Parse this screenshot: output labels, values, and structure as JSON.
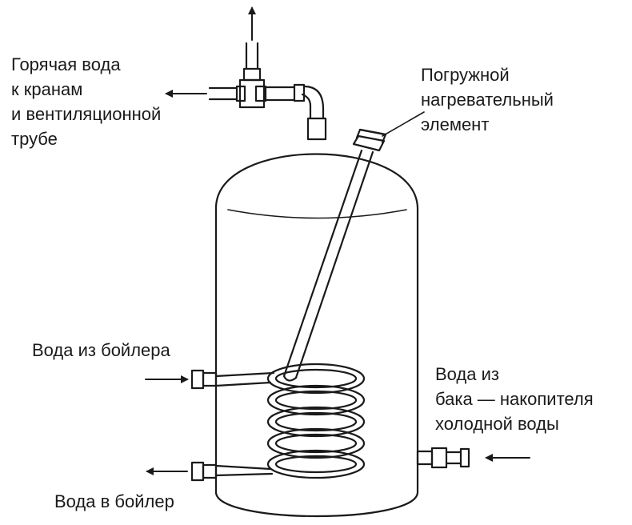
{
  "labels": {
    "hot_water": [
      "Горячая вода",
      "к кранам",
      "и вентиляционной",
      "трубе"
    ],
    "immersion_heater": [
      "Погружной",
      "нагревательный",
      "элемент"
    ],
    "from_boiler": [
      "Вода из бойлера"
    ],
    "to_boiler": [
      "Вода в бойлер"
    ],
    "cold_water": [
      "Вода из",
      "бака — накопителя",
      "холодной воды"
    ]
  },
  "colors": {
    "stroke": "#1a1a1a",
    "background": "#ffffff"
  }
}
